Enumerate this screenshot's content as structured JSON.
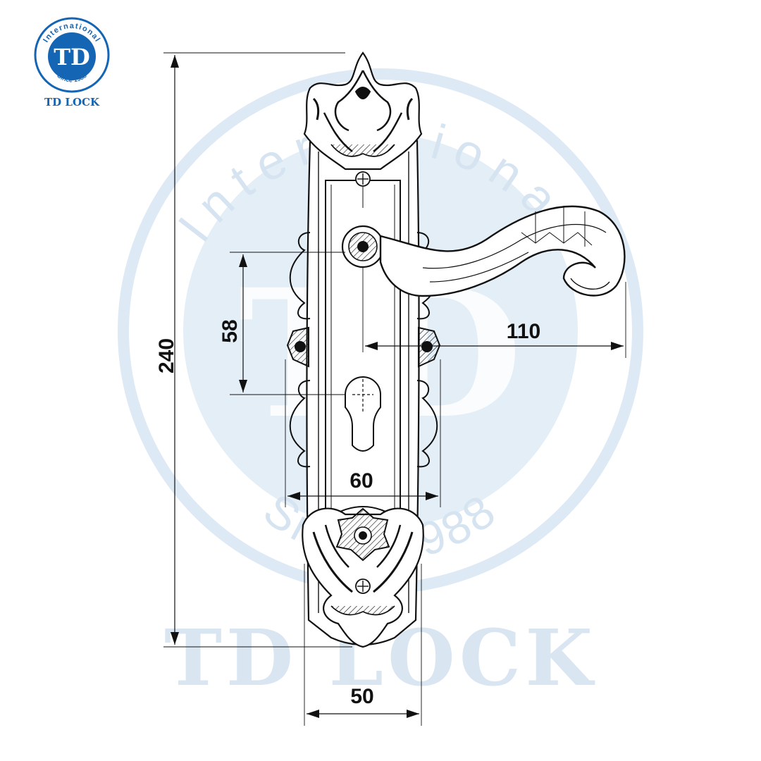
{
  "logo": {
    "ring_text": "International",
    "monogram": "TD",
    "since": "Since 1988",
    "brand": "TD LOCK"
  },
  "watermark": {
    "ring_text": "International",
    "monogram": "TD",
    "since": "Since 1988",
    "brand": "TD LOCK"
  },
  "dimensions": {
    "height": "240",
    "handle_to_cylinder": "58",
    "lever_length": "110",
    "backset": "60",
    "plate_width": "50"
  },
  "colors": {
    "logo_blue": "#1565b5",
    "watermark_blue": "#d7e6f3",
    "line": "#111111"
  }
}
